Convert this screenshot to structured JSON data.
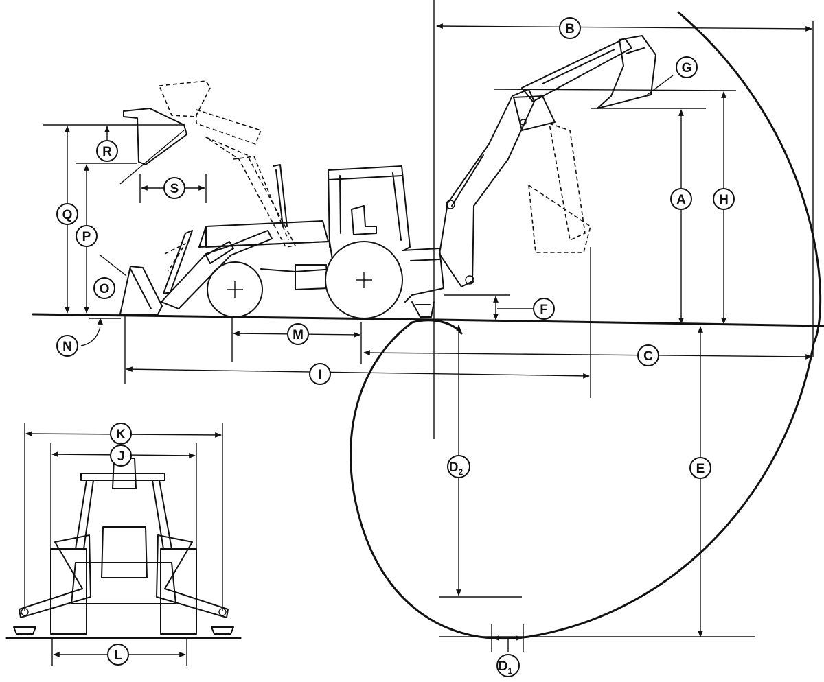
{
  "labels": {
    "A": "A",
    "B": "B",
    "C": "C",
    "D1": "D",
    "D1_sub": "1",
    "D2": "D",
    "D2_sub": "2",
    "E": "E",
    "F": "F",
    "G": "G",
    "H": "H",
    "I": "I",
    "J": "J",
    "K": "K",
    "L": "L",
    "M": "M",
    "N": "N",
    "O": "O",
    "P": "P",
    "Q": "Q",
    "R": "R",
    "S": "S"
  }
}
